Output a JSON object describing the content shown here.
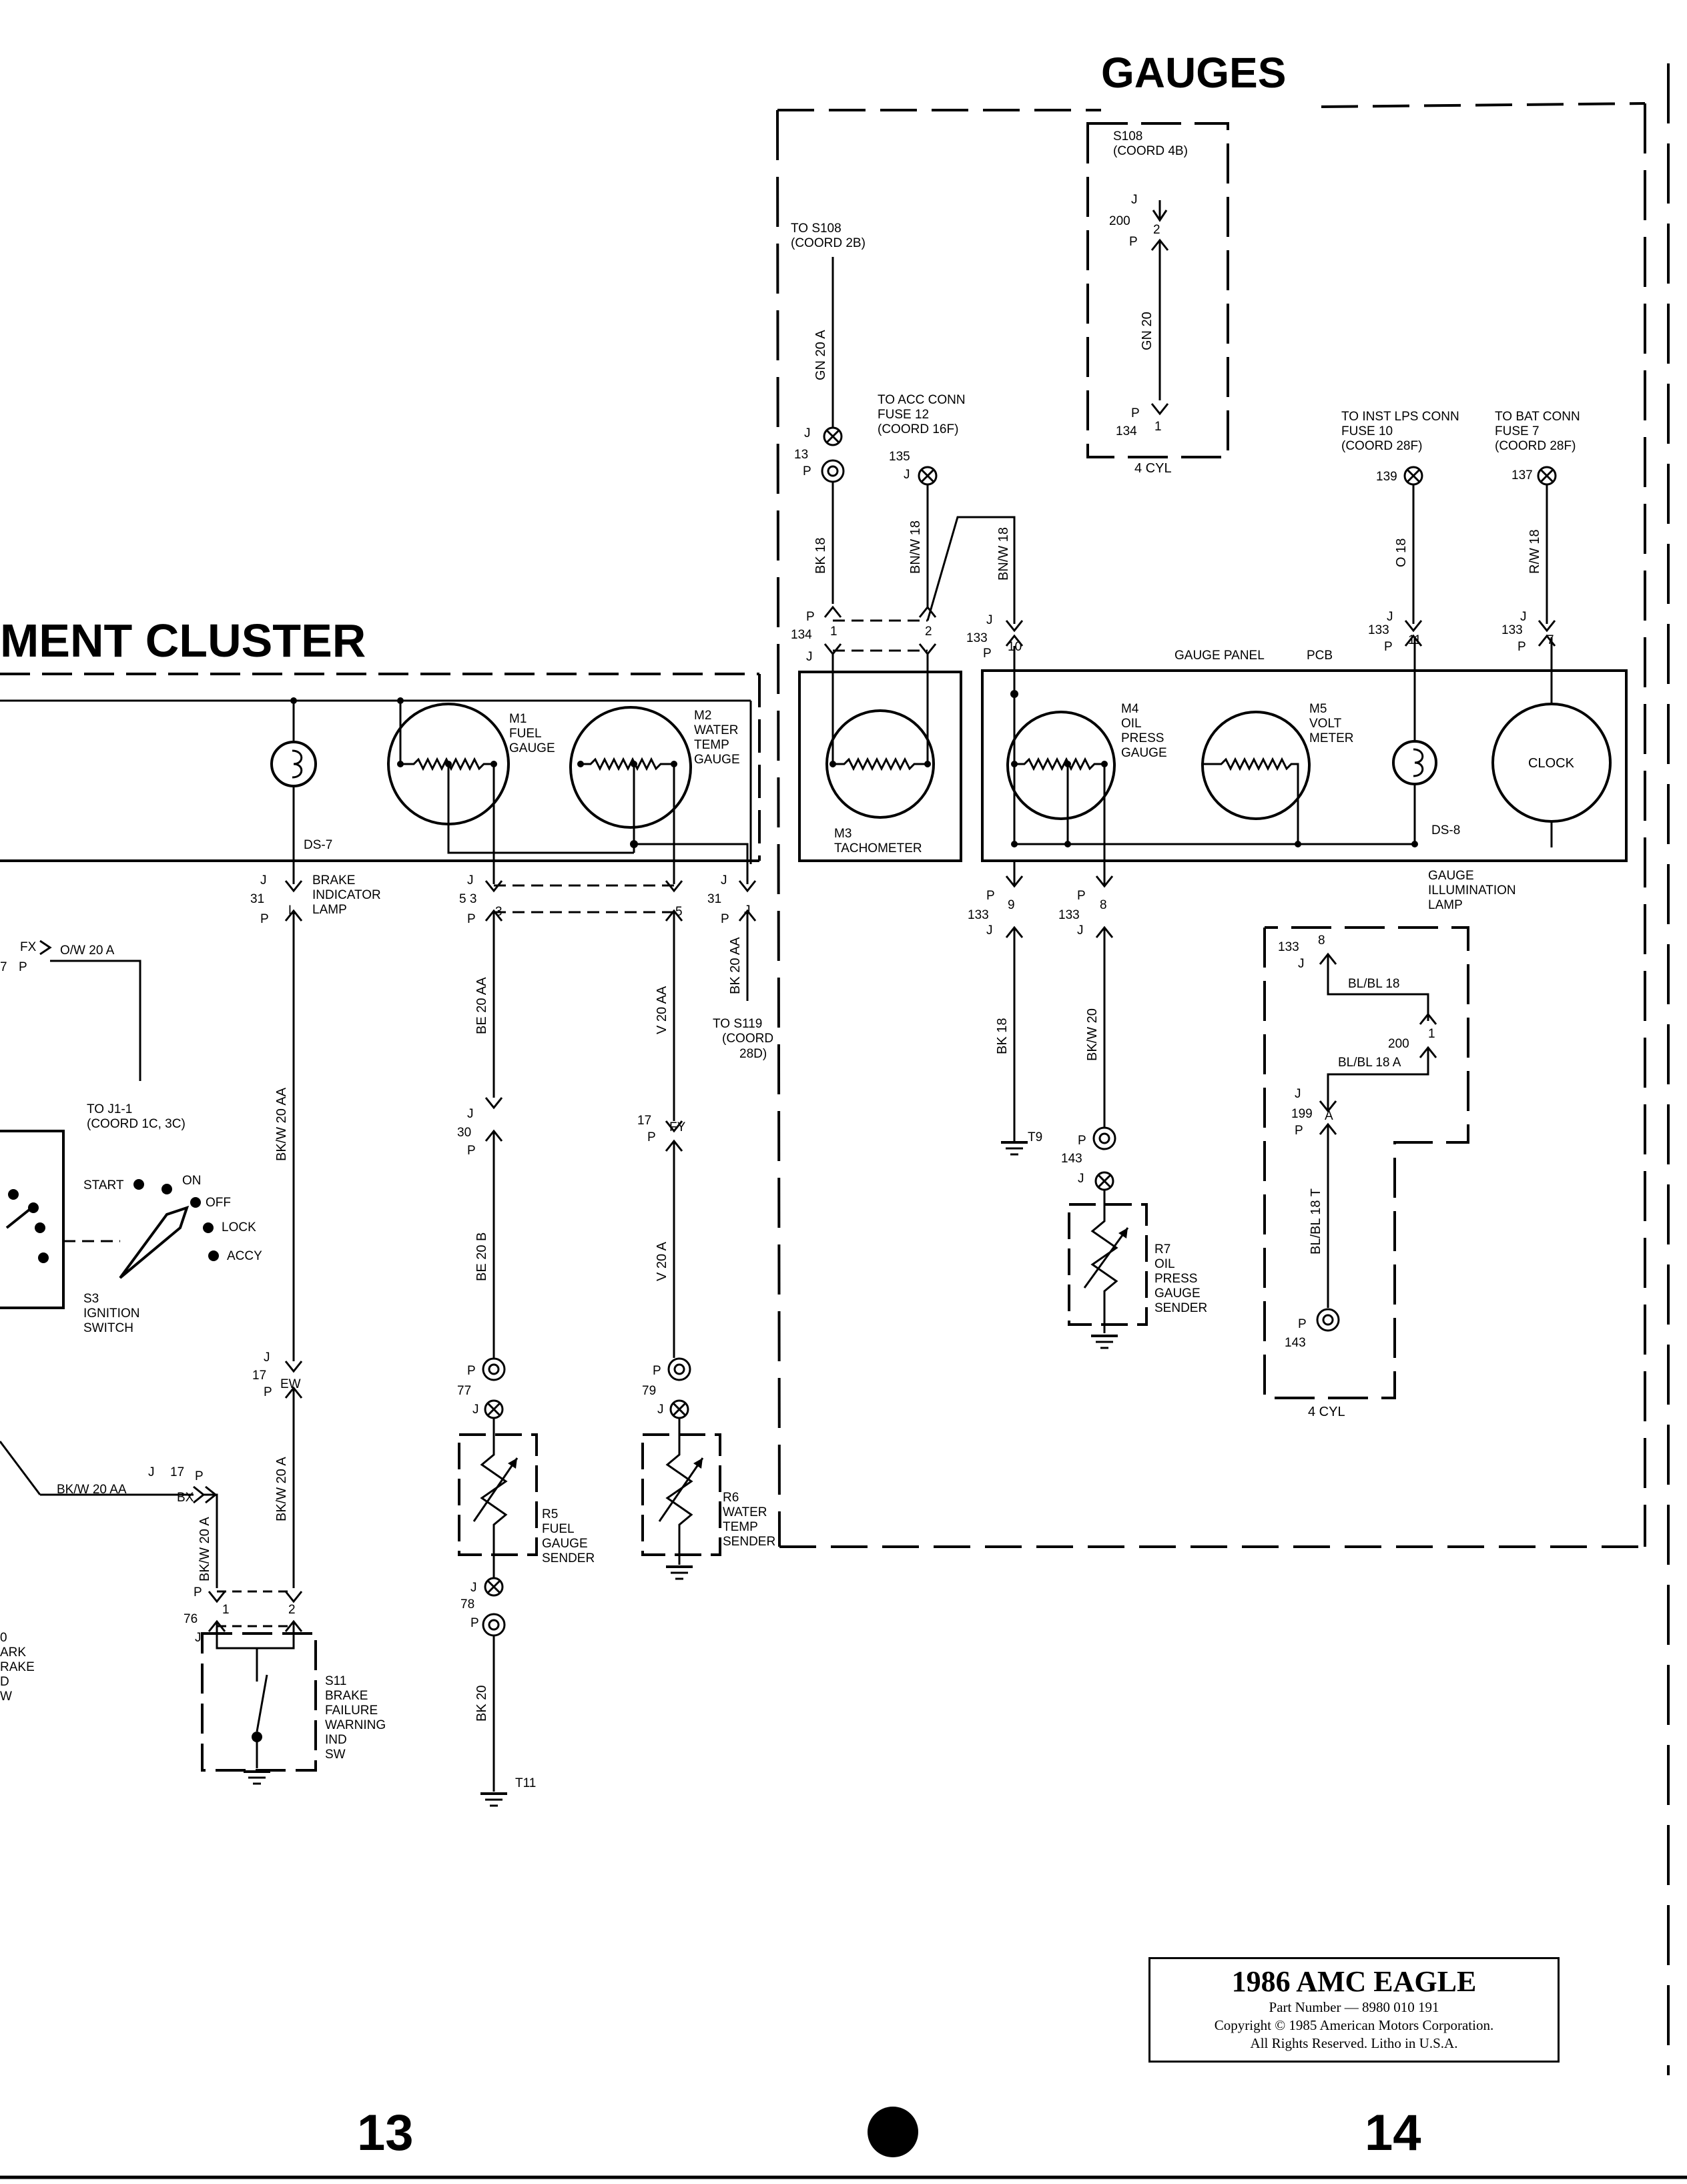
{
  "headers": {
    "gauges": "GAUGES",
    "cluster": "MENT CLUSTER"
  },
  "page_numbers": {
    "left": "13",
    "right": "14"
  },
  "title_block": {
    "title": "1986 AMC EAGLE",
    "part_number": "Part Number — 8980 010 191",
    "copyright": "Copyright © 1985 American Motors Corporation.",
    "rights": "All Rights Reserved. Litho in U.S.A."
  },
  "components": {
    "m1": [
      "M1",
      "FUEL",
      "GAUGE"
    ],
    "m2": [
      "M2",
      "WATER",
      "TEMP",
      "GAUGE"
    ],
    "m3": [
      "M3",
      "TACHOMETER"
    ],
    "m4": [
      "M4",
      "OIL",
      "PRESS",
      "GAUGE"
    ],
    "m5": [
      "M5",
      "VOLT",
      "METER"
    ],
    "clock": "CLOCK",
    "ds7": "DS-7",
    "ds8": "DS-8",
    "brake_lamp": [
      "BRAKE",
      "INDICATOR",
      "LAMP"
    ],
    "gauge_illum": [
      "GAUGE",
      "ILLUMINATION",
      "LAMP"
    ],
    "gauge_panel": "GAUGE PANEL",
    "pcb": "PCB",
    "r5": [
      "R5",
      "FUEL",
      "GAUGE",
      "SENDER"
    ],
    "r6": [
      "R6",
      "WATER",
      "TEMP",
      "SENDER"
    ],
    "r7": [
      "R7",
      "OIL",
      "PRESS",
      "GAUGE",
      "SENDER"
    ],
    "s3": [
      "S3",
      "IGNITION",
      "SWITCH"
    ],
    "s11": [
      "S11",
      "BRAKE",
      "FAILURE",
      "WARNING",
      "IND",
      "SW"
    ],
    "switch_positions": [
      "START",
      "ON",
      "OFF",
      "LOCK",
      "ACCY"
    ],
    "four_cyl_top": "4 CYL",
    "four_cyl_bottom": "4 CYL",
    "partial_left": [
      "0",
      "ARK",
      "RAKE",
      "D",
      "W"
    ]
  },
  "references": {
    "s108_top": [
      "S108",
      "(COORD 4B)"
    ],
    "to_s108": [
      "TO S108",
      "(COORD 2B)"
    ],
    "to_acc": [
      "TO ACC CONN",
      "FUSE 12",
      "(COORD 16F)"
    ],
    "to_inst": [
      "TO INST LPS CONN",
      "FUSE 10",
      "(COORD 28F)"
    ],
    "to_bat": [
      "TO BAT CONN",
      "FUSE 7",
      "(COORD 28F)"
    ],
    "to_j1": [
      "TO J1-1",
      "(COORD 1C, 3C)"
    ],
    "to_s119": [
      "TO S119",
      "(COORD",
      "28D)"
    ]
  },
  "wires": {
    "gn20a": "GN 20 A",
    "gn20": "GN 20",
    "bk18_tach": "BK 18",
    "bnw18_a": "BN/W 18",
    "bnw18_b": "BN/W 18",
    "o18": "O 18",
    "rw18": "R/W 18",
    "bk18_gnd": "BK 18",
    "bkw20": "BK/W 20",
    "blbl18": "BL/BL 18",
    "blbl18a": "BL/BL 18 A",
    "blbl18t": "BL/BL 18 T",
    "ow20a": "O/W 20 A",
    "bkw20aa_v": "BK/W 20 AA",
    "bkw20a_v": "BK/W 20 A",
    "be20aa": "BE 20 AA",
    "v20aa": "V 20 AA",
    "bk20aa": "BK 20 AA",
    "be20b": "BE 20 B",
    "v20a": "V 20 A",
    "bkw20aa_h": "BK/W 20 AA",
    "bkw20a_s": "BK/W 20 A",
    "bk20": "BK 20"
  },
  "ground_labels": {
    "t9": "T9",
    "t11": "T11"
  },
  "connectors": {
    "c200_j": "J",
    "c200_n": "200",
    "c200_pin": "2",
    "c200_p": "P",
    "c134_p": "P",
    "c134_n": "134",
    "c134_pin": "1",
    "c13_j": "J",
    "c13_n": "13",
    "c13_p": "P",
    "c135_n": "135",
    "c135_j": "J",
    "c139_n": "139",
    "c137_n": "137",
    "tach_p": "P",
    "tach_134": "134",
    "tach_pin1": "1",
    "tach_j": "J",
    "tach_pin2": "2",
    "c133_10_j": "J",
    "c133_10_n": "133",
    "c133_10_p": "P",
    "c133_10_pin": "10",
    "c133_11_j": "J",
    "c133_11_n": "133",
    "c133_11_p": "P",
    "c133_11_pin": "11",
    "c133_7_j": "J",
    "c133_7_n": "133",
    "c133_7_p": "P",
    "c133_7_pin": "7",
    "c133_9_p": "P",
    "c133_9_n": "133",
    "c133_9_j": "J",
    "c133_9_pin": "9",
    "c133_8_p": "P",
    "c133_8_n": "133",
    "c133_8_j": "J",
    "c133_8_pin": "8",
    "c143_p": "P",
    "c143_n": "143",
    "c143_j": "J",
    "c133b_n": "133",
    "c133b_j": "J",
    "c133b_pin": "8",
    "c200b_n": "200",
    "c200b_pin": "1",
    "c199_j": "J",
    "c199_n": "199",
    "c199_p": "P",
    "c199_pin": "A",
    "c143b_p": "P",
    "c143b_n": "143",
    "c31_j": "J",
    "c31_n": "31",
    "c31_p": "P",
    "c31_pin": "L",
    "c53_j": "J",
    "c53_n": "5 3",
    "c53_p": "P",
    "c53_pin3": "3",
    "c53_pin5": "5",
    "c31b_j": "J",
    "c31b_n": "31",
    "c31b_p": "P",
    "c31b_pin": "J",
    "c30_j": "J",
    "c30_n": "30",
    "c30_p": "P",
    "c17fy_n": "17",
    "c17fy_p": "P",
    "c17fy_pin": "FY",
    "c17ew_j": "J",
    "c17ew_n": "17",
    "c17ew_p": "P",
    "c17ew_pin": "EW",
    "c17bx_j": "J",
    "c17bx_n": "17",
    "c17bx_p": "P",
    "c17bx_pin": "BX",
    "c77_p": "P",
    "c77_n": "77",
    "c77_j": "J",
    "c79_p": "P",
    "c79_n": "79",
    "c79_j": "J",
    "c78_j": "J",
    "c78_n": "78",
    "c78_p": "P",
    "c76_p": "P",
    "c76_n": "76",
    "c76_j": "J",
    "c76_pin1": "1",
    "c76_pin2": "2",
    "fx_pin": "FX",
    "fx_n": "7",
    "fx_p": "P"
  }
}
